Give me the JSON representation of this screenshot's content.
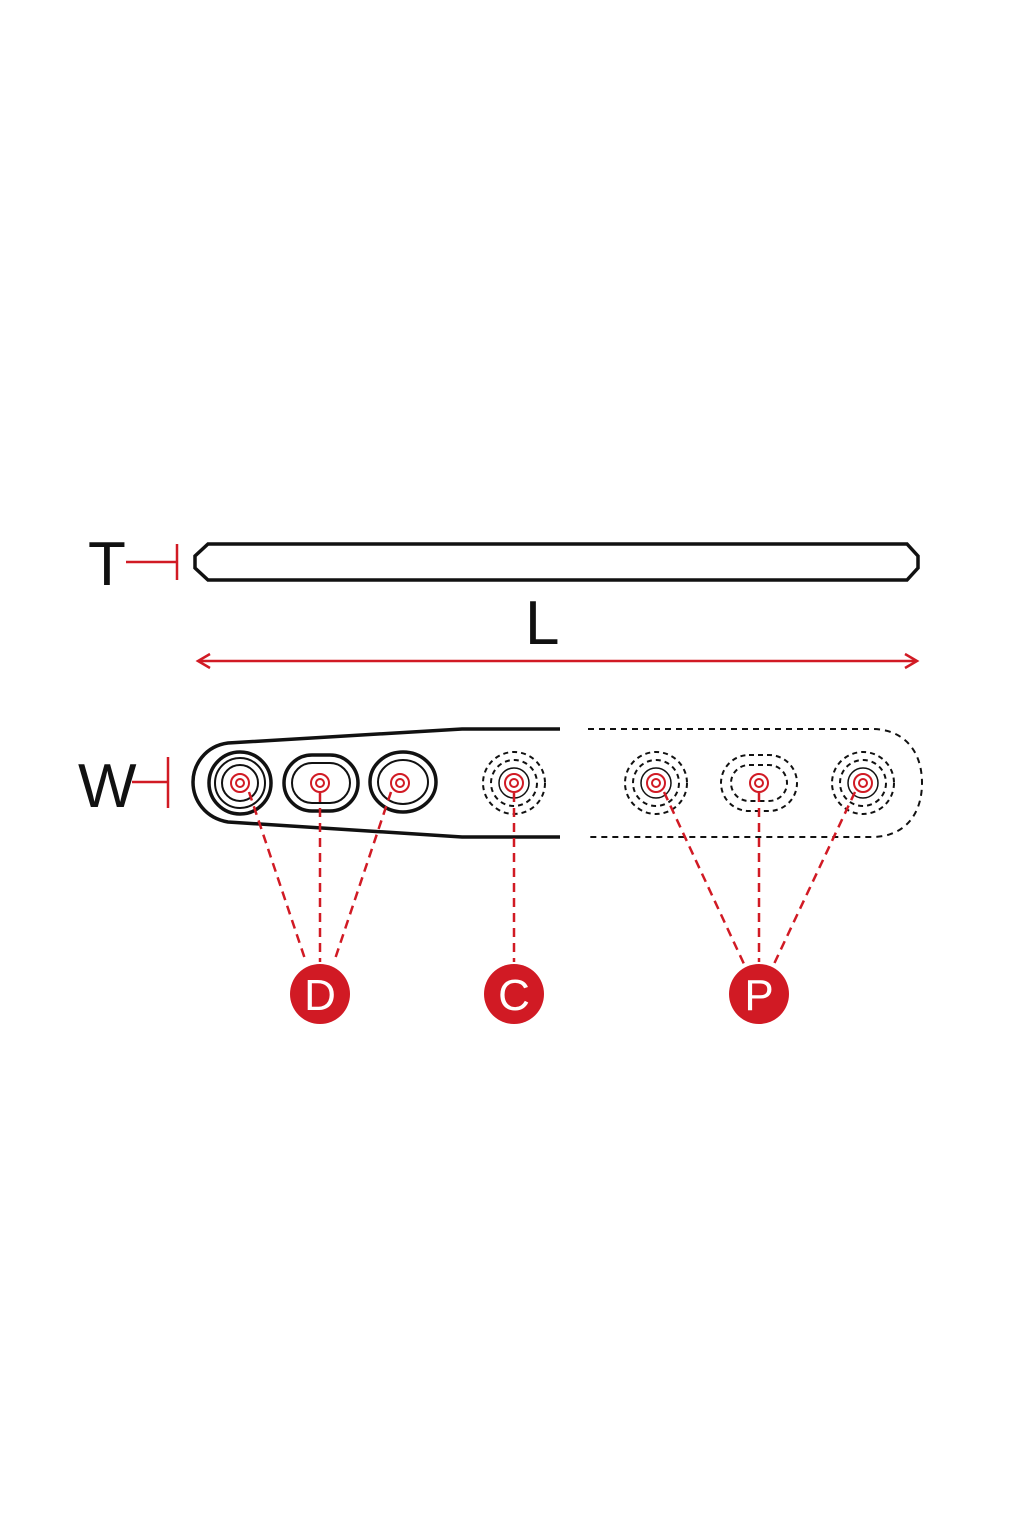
{
  "labels": {
    "thickness": "T",
    "length": "L",
    "width": "W"
  },
  "callouts": [
    {
      "letter": "D"
    },
    {
      "letter": "C"
    },
    {
      "letter": "P"
    }
  ],
  "colors": {
    "outline": "#111111",
    "accent": "#d11a24",
    "background": "#ffffff"
  }
}
